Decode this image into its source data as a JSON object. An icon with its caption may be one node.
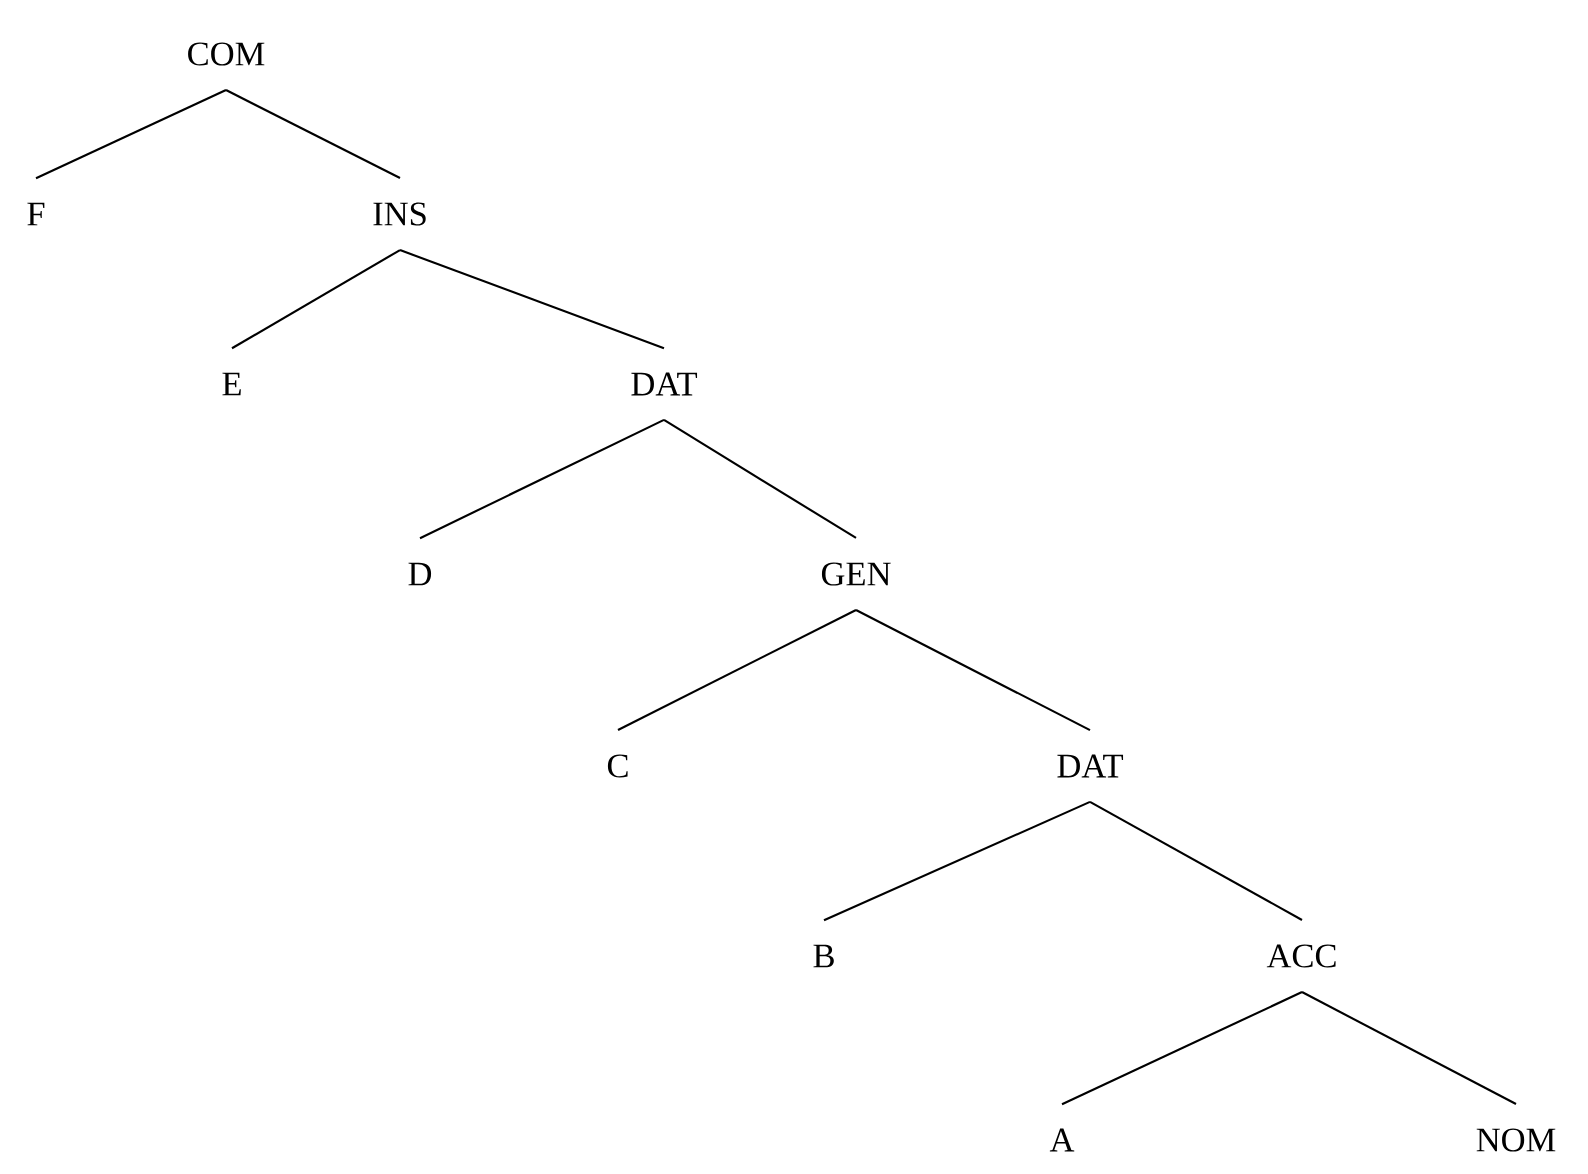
{
  "diagram": {
    "nodes": [
      {
        "text": [
          "COM"
        ]
      },
      {
        "text": [
          "F"
        ]
      },
      {
        "text": [
          "INS"
        ]
      },
      {
        "text": [
          "E"
        ]
      },
      {
        "text": [
          "DAT"
        ]
      },
      {
        "text": [
          "D"
        ]
      },
      {
        "text": [
          "GEN"
        ]
      },
      {
        "text": [
          "C"
        ]
      },
      {
        "text": [
          "DAT"
        ]
      },
      {
        "text": [
          "B"
        ]
      },
      {
        "text": [
          "ACC"
        ]
      },
      {
        "text": [
          "A"
        ]
      },
      {
        "text": [
          "NOM"
        ]
      }
    ],
    "edges": [
      {
        "from": 0,
        "to": 1,
        "arrow": "none"
      },
      {
        "from": 0,
        "to": 2,
        "arrow": "none"
      },
      {
        "from": 2,
        "to": 3,
        "arrow": "none"
      },
      {
        "from": 2,
        "to": 4,
        "arrow": "none"
      },
      {
        "from": 4,
        "to": 5,
        "arrow": "none"
      },
      {
        "from": 4,
        "to": 6,
        "arrow": "none"
      },
      {
        "from": 6,
        "to": 7,
        "arrow": "none"
      },
      {
        "from": 6,
        "to": 8,
        "arrow": "none"
      },
      {
        "from": 8,
        "to": 9,
        "arrow": "none"
      },
      {
        "from": 8,
        "to": 10,
        "arrow": "none"
      },
      {
        "from": 10,
        "to": 11,
        "arrow": "none"
      },
      {
        "from": 10,
        "to": 12,
        "arrow": "none"
      }
    ]
  }
}
